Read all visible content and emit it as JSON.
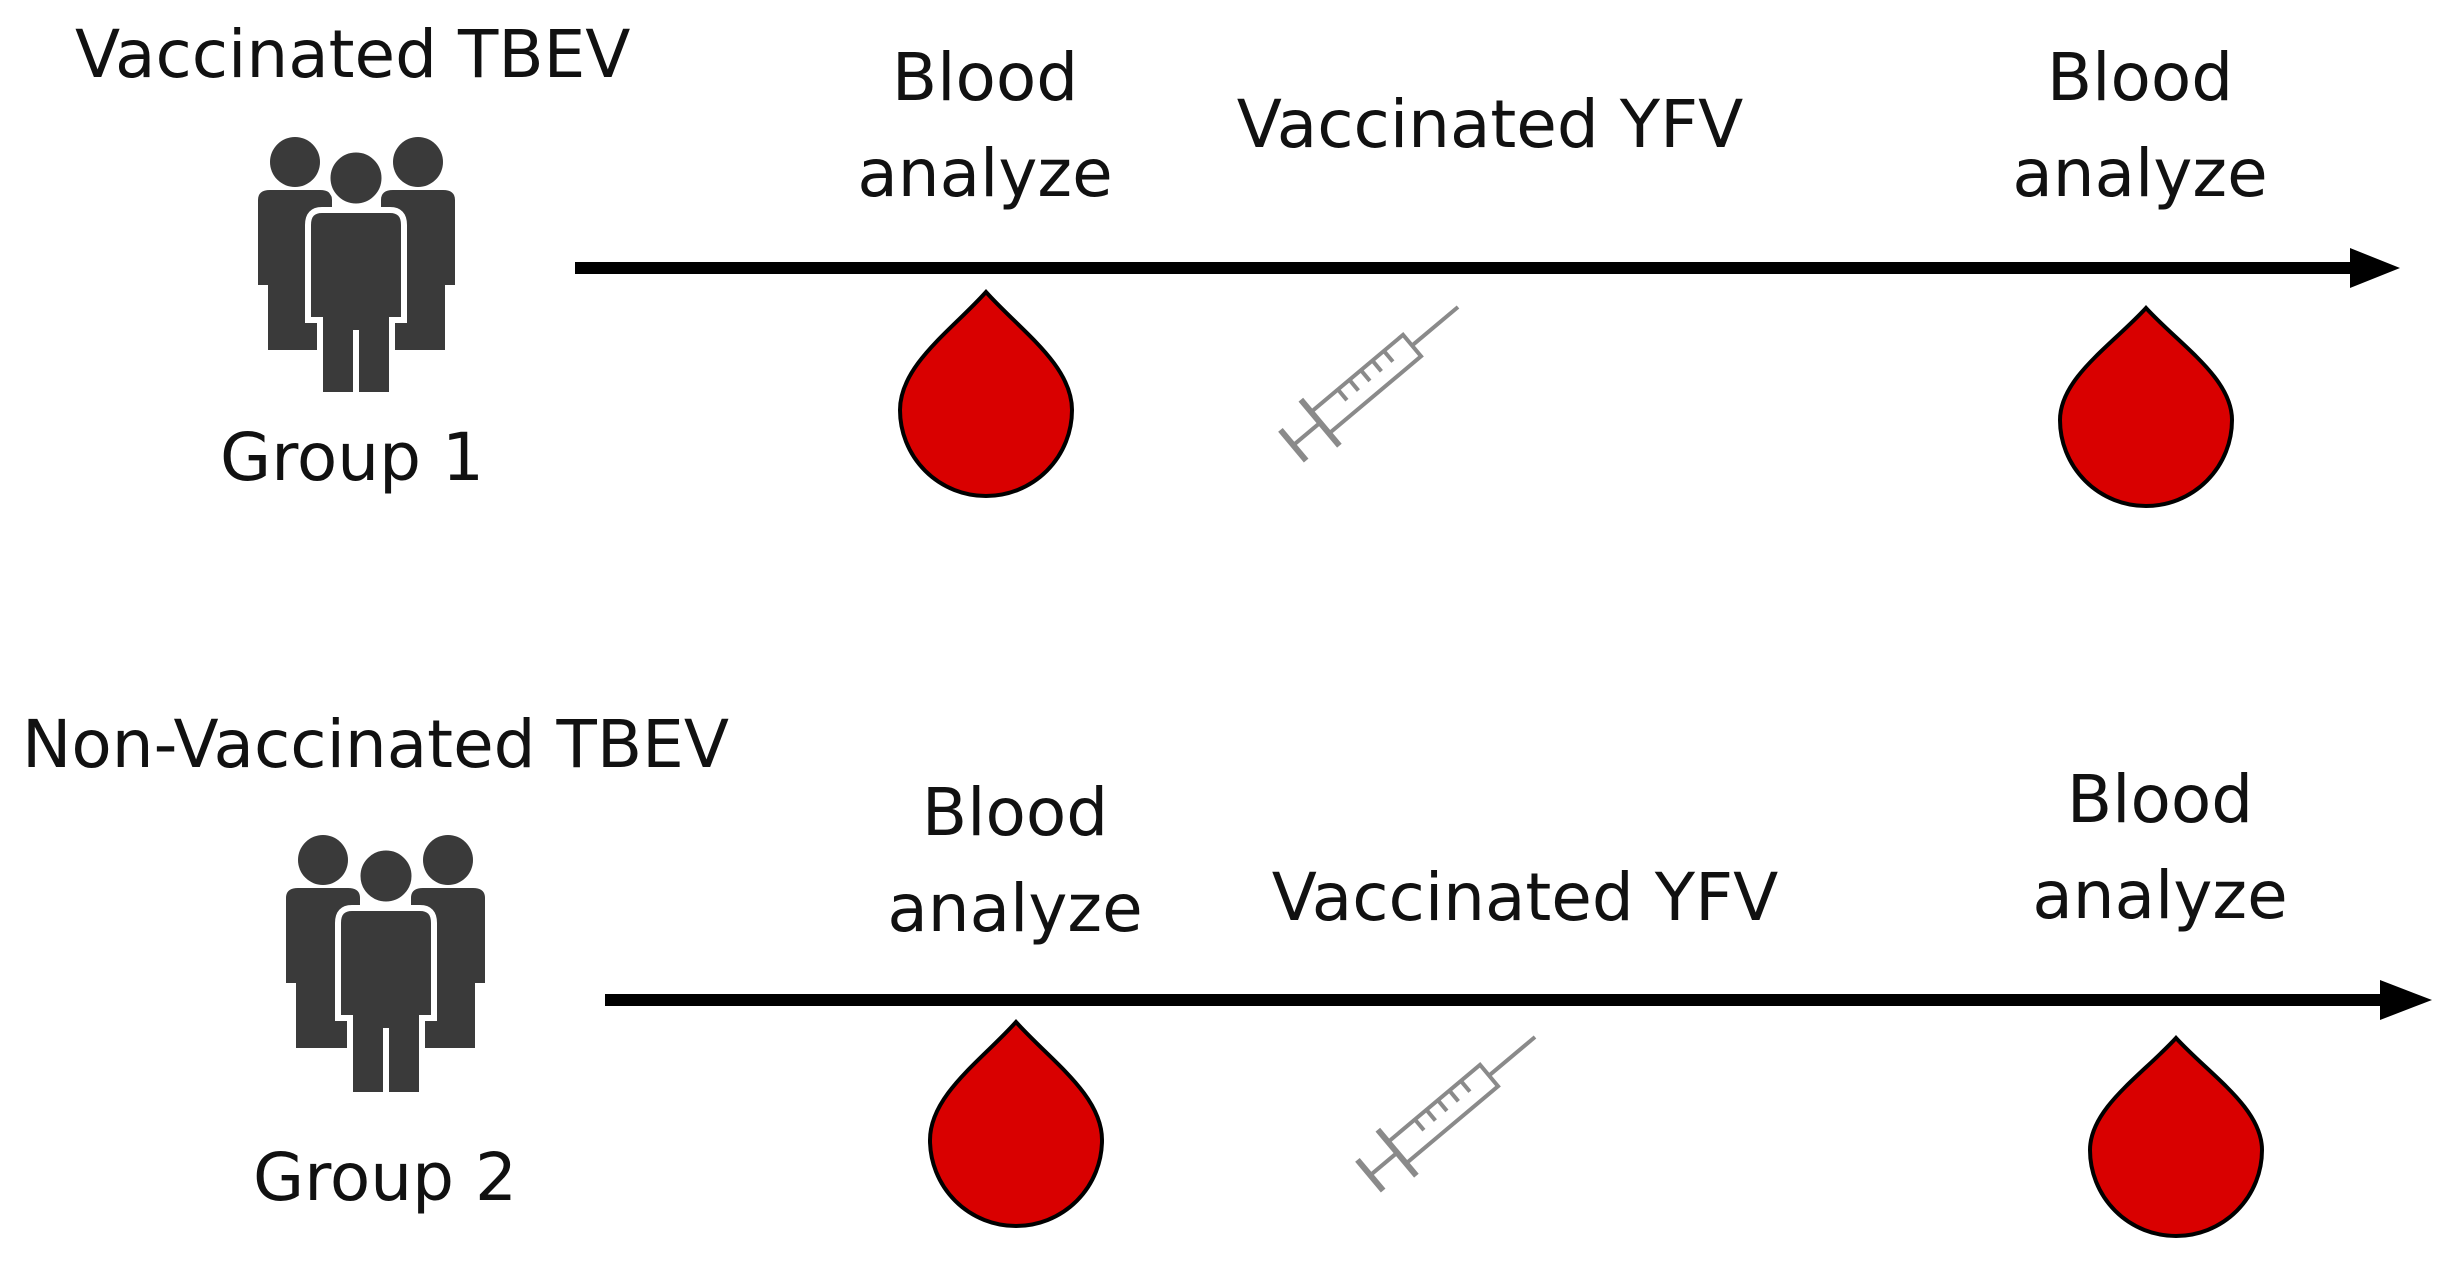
{
  "groups": [
    {
      "title": "Vaccinated TBEV",
      "label": "Group 1",
      "steps": {
        "first_blood": [
          "Blood",
          "analyze"
        ],
        "vaccination": "Vaccinated YFV",
        "second_blood": [
          "Blood",
          "analyze"
        ]
      }
    },
    {
      "title": "Non-Vaccinated TBEV",
      "label": "Group 2",
      "steps": {
        "first_blood": [
          "Blood",
          "analyze"
        ],
        "vaccination": "Vaccinated YFV",
        "second_blood": [
          "Blood",
          "analyze"
        ]
      }
    }
  ],
  "icons": {
    "people": "people-group-icon",
    "blood": "blood-drop-icon",
    "syringe": "syringe-icon"
  },
  "colors": {
    "blood": "#d90000",
    "people": "#3a3a3a",
    "arrow": "#000000",
    "syringe": "#9a9a9a"
  }
}
